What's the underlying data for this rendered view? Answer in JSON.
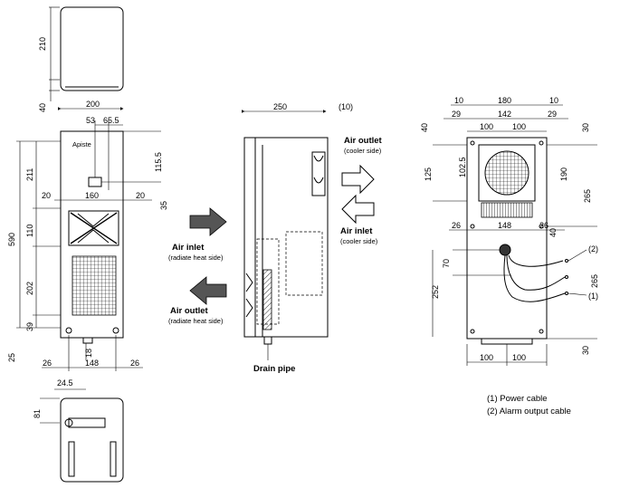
{
  "front_view": {
    "top_210": "210",
    "top_40": "40",
    "width_200": "200",
    "d_53": "53",
    "d_65_5": "65.5",
    "d_115_5": "115.5",
    "d_211": "211",
    "d_590": "590",
    "d_20_left": "20",
    "d_160": "160",
    "d_20_right": "20",
    "d_35": "35",
    "d_110": "110",
    "d_202": "202",
    "d_39": "39",
    "d_25": "25",
    "d_18": "18",
    "d_26_left": "26",
    "d_148": "148",
    "d_26_right": "26",
    "d_24_5": "24.5",
    "d_81": "81",
    "brand": "Apiste"
  },
  "side_view": {
    "d_250": "250",
    "d_10": "(10)",
    "air_outlet": "Air outlet",
    "air_outlet_sub": "(cooler side)",
    "air_inlet_right": "Air inlet",
    "air_inlet_right_sub": "(cooler side)",
    "air_inlet_left": "Air inlet",
    "air_inlet_left_sub": "(radiate heat side)",
    "air_outlet_left": "Air outlet",
    "air_outlet_left_sub": "(radiate heat side)",
    "drain_pipe": "Drain pipe"
  },
  "rear_view": {
    "d_10_left": "10",
    "d_180": "180",
    "d_10_right": "10",
    "d_29_left": "29",
    "d_142": "142",
    "d_29_right": "29",
    "d_100_a": "100",
    "d_100_b": "100",
    "d_40": "40",
    "d_30_top": "30",
    "d_102_5": "102.5",
    "d_125": "125",
    "d_190": "190",
    "d_265_a": "265",
    "d_26_left": "26",
    "d_148": "148",
    "d_26_right": "26",
    "d_40_b": "40",
    "d_70": "70",
    "d_252": "252",
    "d_265_b": "265",
    "d_30_bottom": "30",
    "d_100_c": "100",
    "d_100_d": "100",
    "callout_1": "(1)",
    "callout_2": "(2)"
  },
  "legend": {
    "item_1": "(1) Power cable",
    "item_2": "(2) Alarm output cable"
  }
}
